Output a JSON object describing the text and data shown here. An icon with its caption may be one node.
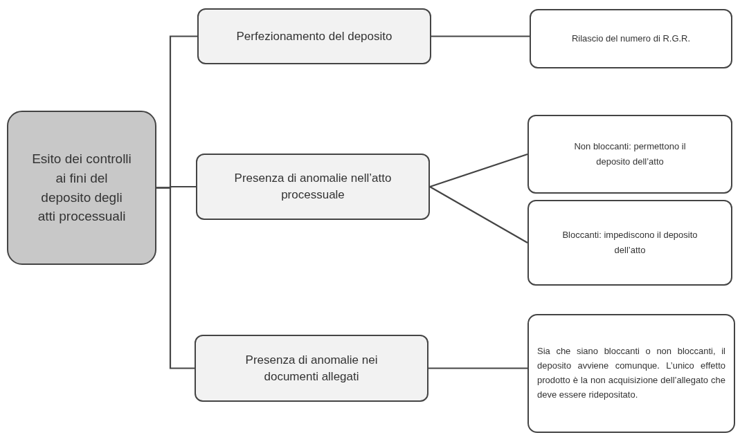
{
  "diagram": {
    "nodes": [
      {
        "text": [
          "Esito dei controlli ai fini del deposito degli atti processuali"
        ]
      },
      {
        "text": [
          "Perfezionamento del deposito"
        ]
      },
      {
        "text": [
          "Presenza di anomalie nell’atto processuale"
        ]
      },
      {
        "text": [
          "Presenza di anomalie nei documenti allegati"
        ]
      },
      {
        "text": [
          "Rilascio del numero di R.G.R."
        ]
      },
      {
        "text": [
          "Non bloccanti: permettono il deposito dell’atto"
        ]
      },
      {
        "text": [
          "Bloccanti: impediscono il deposito dell’atto"
        ]
      },
      {
        "text": [
          "Sia che siano bloccanti o non bloccanti, il deposito avviene comunque. L’unico effetto prodotto è la non acquisizione dell’allegato che deve essere ridepositato."
        ]
      }
    ],
    "edges": [
      {
        "from": 0,
        "to": 1,
        "arrow": "none"
      },
      {
        "from": 0,
        "to": 2,
        "arrow": "none"
      },
      {
        "from": 0,
        "to": 3,
        "arrow": "none"
      },
      {
        "from": 1,
        "to": 4,
        "arrow": "none"
      },
      {
        "from": 2,
        "to": 5,
        "arrow": "none"
      },
      {
        "from": 2,
        "to": 6,
        "arrow": "none"
      },
      {
        "from": 3,
        "to": 7,
        "arrow": "none"
      }
    ]
  }
}
